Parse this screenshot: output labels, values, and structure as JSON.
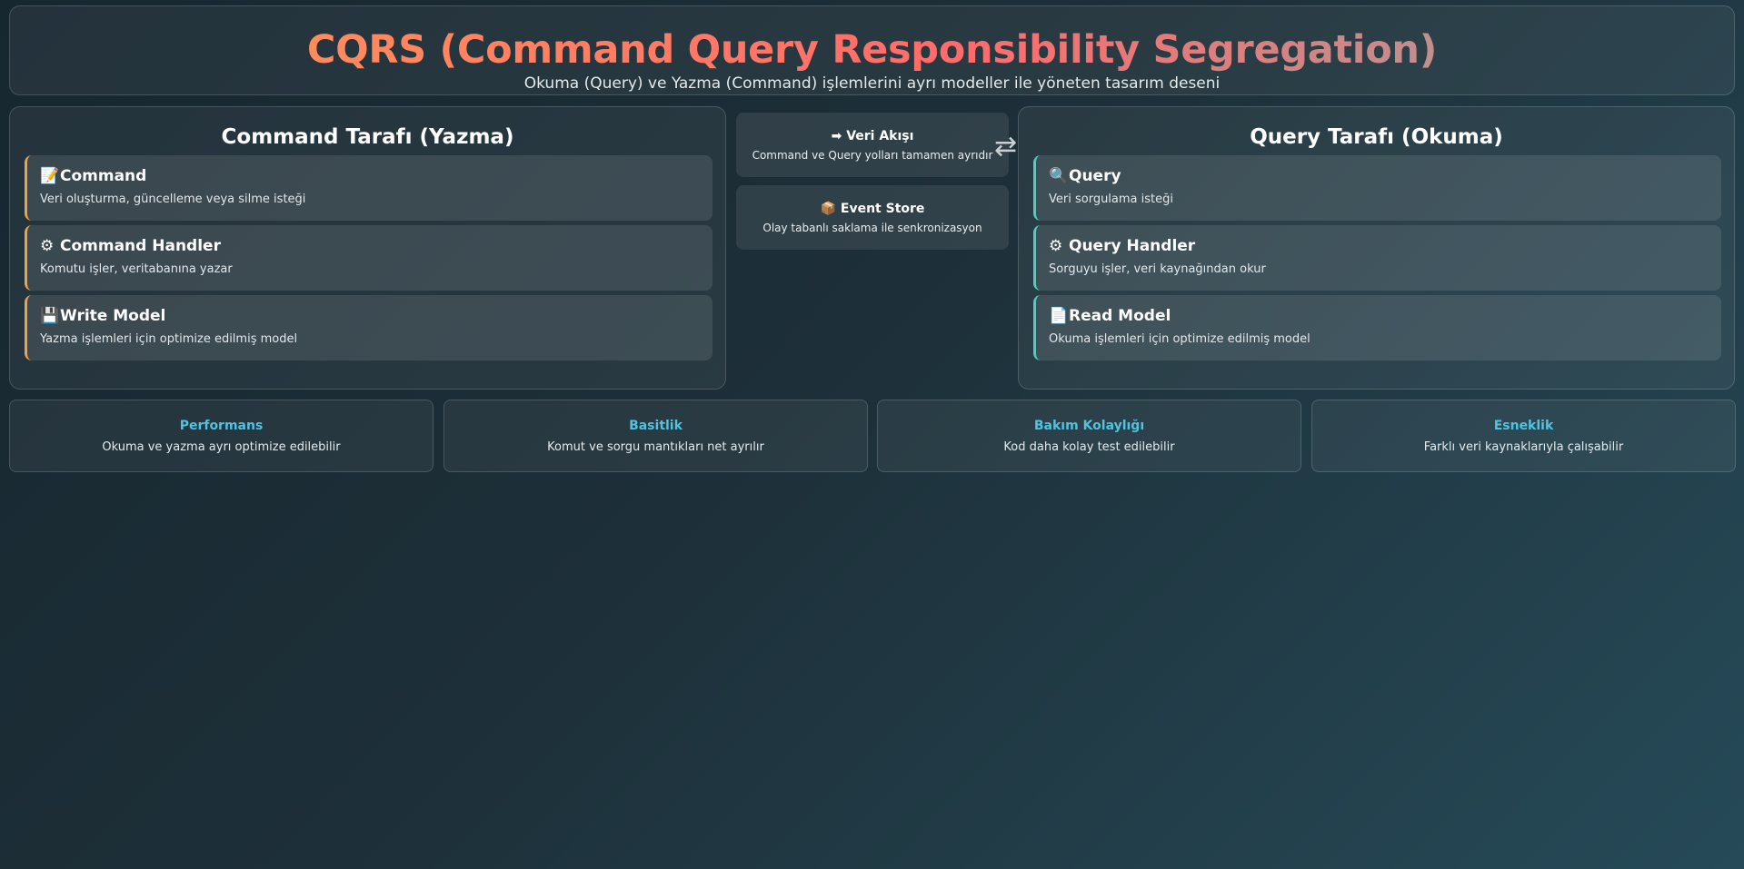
{
  "header": {
    "title": "CQRS (Command Query Responsibility Segregation)",
    "subtitle": "Okuma (Query) ve Yazma (Command) işlemlerini ayrı modeller ile yöneten tasarım deseni"
  },
  "command_side": {
    "title": "Command Tarafı (Yazma)",
    "accent": "#f0a04b",
    "cards": [
      {
        "icon": "📝",
        "icon_name": "memo-icon",
        "title": "Command",
        "desc": "Veri oluşturma, güncelleme veya silme isteği"
      },
      {
        "icon": "⚙",
        "icon_name": "gear-icon",
        "title": "Command Handler",
        "desc": "Komutu işler, veritabanına yazar"
      },
      {
        "icon": "💾",
        "icon_name": "floppy-disk-icon",
        "title": "Write Model",
        "desc": "Yazma işlemleri için optimize edilmiş model"
      }
    ]
  },
  "query_side": {
    "title": "Query Tarafı (Okuma)",
    "accent": "#4ecdc4",
    "cards": [
      {
        "icon": "🔍",
        "icon_name": "magnifier-icon",
        "title": "Query",
        "desc": "Veri sorgulama isteği"
      },
      {
        "icon": "⚙",
        "icon_name": "gear-icon",
        "title": "Query Handler",
        "desc": "Sorguyu işler, veri kaynağından okur"
      },
      {
        "icon": "📄",
        "icon_name": "document-icon",
        "title": "Read Model",
        "desc": "Okuma işlemleri için optimize edilmiş model"
      }
    ]
  },
  "middle": {
    "flow": {
      "icon": "➡",
      "title": "Veri Akışı",
      "desc": "Command ve Query yolları tamamen ayrıdır"
    },
    "store": {
      "icon": "📦",
      "title": "Event Store",
      "desc": "Olay tabanlı saklama ile senkronizasyon"
    },
    "swap_icon": "⇄"
  },
  "benefits": [
    {
      "title": "Performans",
      "desc": "Okuma ve yazma ayrı optimize edilebilir"
    },
    {
      "title": "Basitlik",
      "desc": "Komut ve sorgu mantıkları net ayrılır"
    },
    {
      "title": "Bakım Kolaylığı",
      "desc": "Kod daha kolay test edilebilir"
    },
    {
      "title": "Esneklik",
      "desc": "Farklı veri kaynaklarıyla çalışabilir"
    }
  ],
  "colors": {
    "benefit_title": "#4fc3e0",
    "title_gradient": [
      "#ff9a56",
      "#ff6b6b",
      "#9aa4a4"
    ]
  }
}
